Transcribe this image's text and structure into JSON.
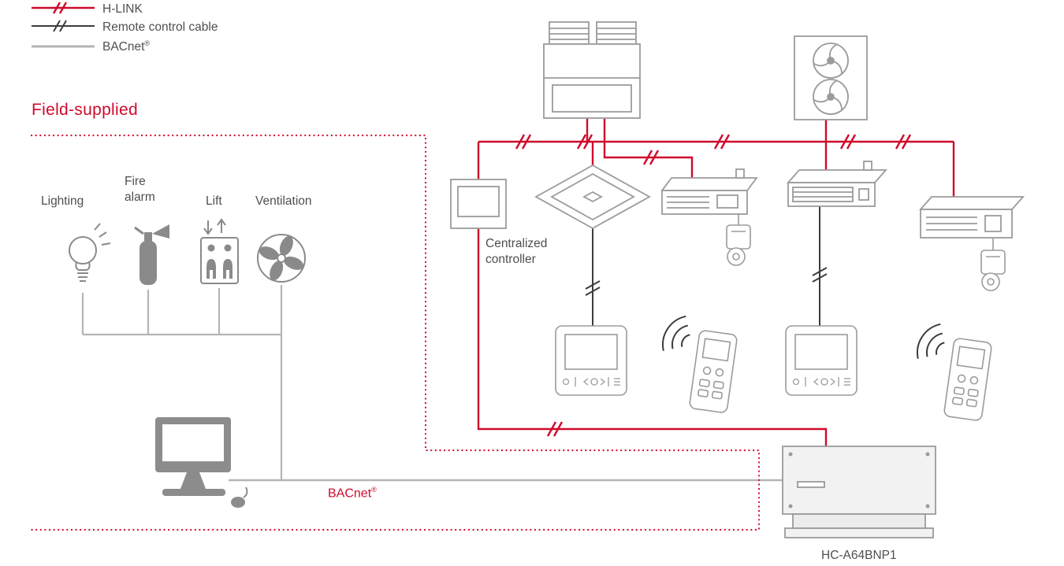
{
  "colors": {
    "accent_red": "#cf0a2c",
    "line_gray": "#b5b5b5",
    "cable_black": "#3c3c3c",
    "icon_gray": "#8a8a8a",
    "equipment_stroke": "#9b9b9b",
    "text_gray": "#4f4f4f"
  },
  "legend": {
    "items": [
      {
        "id": "h-link",
        "label": "H-LINK"
      },
      {
        "id": "remote-control-cable",
        "label": "Remote control cable"
      },
      {
        "id": "bacnet",
        "label": "BACnet",
        "sup": "®"
      }
    ]
  },
  "field_supplied": {
    "label": "Field-supplied"
  },
  "field_devices": {
    "lighting": "Lighting",
    "fire_alarm_line1": "Fire",
    "fire_alarm_line2": "alarm",
    "lift": "Lift",
    "ventilation": "Ventilation"
  },
  "diagram_labels": {
    "centralized_controller_line1": "Centralized",
    "centralized_controller_line2": "controller",
    "bacnet": "BACnet",
    "bacnet_sup": "®",
    "gateway_model": "HC-A64BNP1"
  }
}
